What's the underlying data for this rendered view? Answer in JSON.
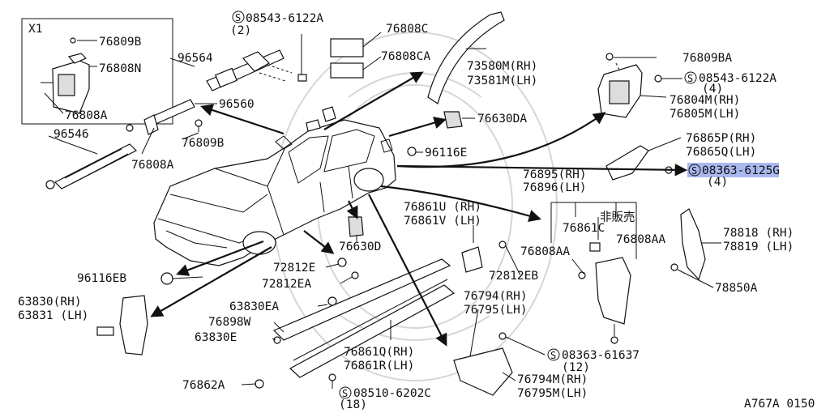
{
  "inset": {
    "title": "X1",
    "parts": [
      "76809B",
      "76808N",
      "76808A"
    ]
  },
  "labels": {
    "p08543_6122A_top": "08543-6122A",
    "p08543_6122A_top_qty": "(2)",
    "p76808C": "76808C",
    "p76808CA": "76808CA",
    "p73580M": "73580M(RH)",
    "p73581M": "73581M(LH)",
    "p96564": "96564",
    "p96560": "96560",
    "p96546": "96546",
    "p76809B_main": "76809B",
    "p76808A_main": "76808A",
    "p76630DA": "76630DA",
    "p96116E": "96116E",
    "p76809BA": "76809BA",
    "p08543_6122A_right": "08543-6122A",
    "p08543_6122A_right_qty": "(4)",
    "p76804M": "76804M(RH)",
    "p76805M": "76805M(LH)",
    "p76865P": "76865P(RH)",
    "p76865Q": "76865Q(LH)",
    "p08363_6125G": "08363-6125G",
    "p08363_6125G_qty": "(4)",
    "p76895": "76895(RH)",
    "p76896": "76896(LH)",
    "p76861C": "76861C",
    "hanbaibai": "非販売",
    "p76808AA_1": "76808AA",
    "p76808AA_2": "76808AA",
    "p78818": "78818 (RH)",
    "p78819": "78819 (LH)",
    "p78850A": "78850A",
    "p76861U": "76861U (RH)",
    "p76861V": "76861V (LH)",
    "p76630D": "76630D",
    "p72812EB": "72812EB",
    "p96116EB": "96116EB",
    "p72812E": "72812E",
    "p72812EA": "72812EA",
    "p63830": "63830(RH)",
    "p63831": "63831 (LH)",
    "p63830EA": "63830EA",
    "p76898W": "76898W",
    "p63830E": "63830E",
    "p76794": "76794(RH)",
    "p76795": "76795(LH)",
    "p76861Q": "76861Q(RH)",
    "p76861R": "76861R(LH)",
    "p08363_61637": "08363-61637",
    "p08363_61637_qty": "(12)",
    "p76794M": "76794M(RH)",
    "p76795M": "76795M(LH)",
    "p76862A": "76862A",
    "p08510_6202C": "08510-6202C",
    "p08510_6202C_qty": "(18)",
    "ref_code": "A767A 0150"
  },
  "screw_symbol": "S",
  "colors": {
    "highlight": "#a9b8ef",
    "line": "#111111"
  }
}
